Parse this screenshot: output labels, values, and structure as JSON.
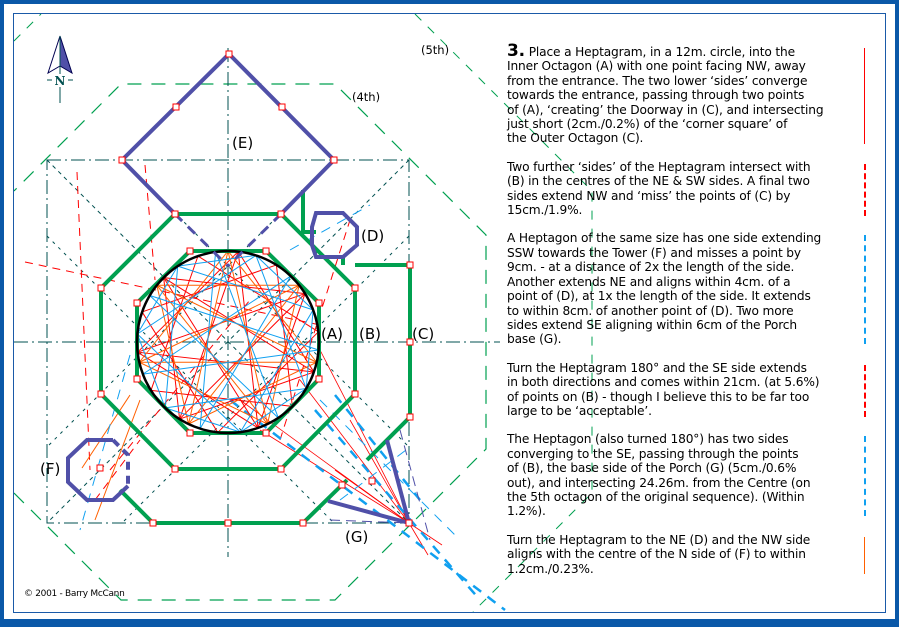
{
  "colors": {
    "frame": "#0a58a8",
    "green": "#00a050",
    "purple": "#5050a8",
    "red": "#ff0000",
    "orange": "#ff6000",
    "blue": "#10a0f0",
    "construction": "#005050"
  },
  "compass": {
    "label": "N"
  },
  "labels": {
    "E": "(E)",
    "D": "(D)",
    "A": "(A)",
    "B": "(B)",
    "C": "(C)",
    "F": "(F)",
    "G": "(G)",
    "fourth": "(4th)",
    "fifth": "(5th)"
  },
  "copyright": "© 2001 - Barry McCann",
  "text": {
    "step_number": "3.",
    "paragraphs": [
      {
        "bar": "red-solid",
        "lines": [
          " Place a Heptagram, in a 12m. circle, into the",
          "Inner Octagon (A) with one point facing NW, away",
          "from the entrance. The two lower ‘sides’ converge",
          "towards the entrance, passing through two points",
          "of (A), ‘creating’ the Doorway in (C), and intersecting",
          " just short (2cm./0.2%) of the ‘corner square’ of",
          "the Outer Octagon (C)."
        ]
      },
      {
        "bar": "red-dashed",
        "lines": [
          "Two further ‘sides’ of the Heptagram intersect with",
          "(B) in the centres of the NE & SW sides. A final two",
          "sides extend NW and ‘miss’ the points of (C) by",
          "15cm./1.9%."
        ]
      },
      {
        "bar": "blue-dashed",
        "lines": [
          "A Heptagon of the same size has one side extending",
          "SSW towards the Tower (F) and misses a point by",
          "9cm. - at a distance of 2x the length of the side.",
          "Another extends NE and aligns within 4cm. of a",
          "point of (D), at 1x the length of the side. It extends",
          "to within 8cm. of another point of (D). Two more",
          "sides extend SE aligning within 6cm of the Porch",
          "base (G)."
        ]
      },
      {
        "bar": "red-dashed",
        "lines": [
          "Turn the Heptagram 180° and the SE side extends",
          "in both directions and comes within 21cm. (at 5.6%)",
          "of points on (B) - though I believe this to be far too",
          "large to be ‘acceptable’."
        ]
      },
      {
        "bar": "blue-dashed",
        "lines": [
          "The Heptagon (also turned 180°) has two sides",
          "converging to the SE, passing through the points",
          "of (B), the base side of the Porch (G) (5cm./0.6%",
          "out), and intersecting 24.26m. from the Centre (on",
          "the 5th octagon of the original sequence). (Within",
          "1.2%)."
        ]
      },
      {
        "bar": "orange-solid",
        "lines": [
          "Turn the Heptagram  to the NE (D) and the NW side",
          "aligns with the centre of the N side of (F) to within",
          "1.2cm./0.23%."
        ]
      }
    ]
  }
}
